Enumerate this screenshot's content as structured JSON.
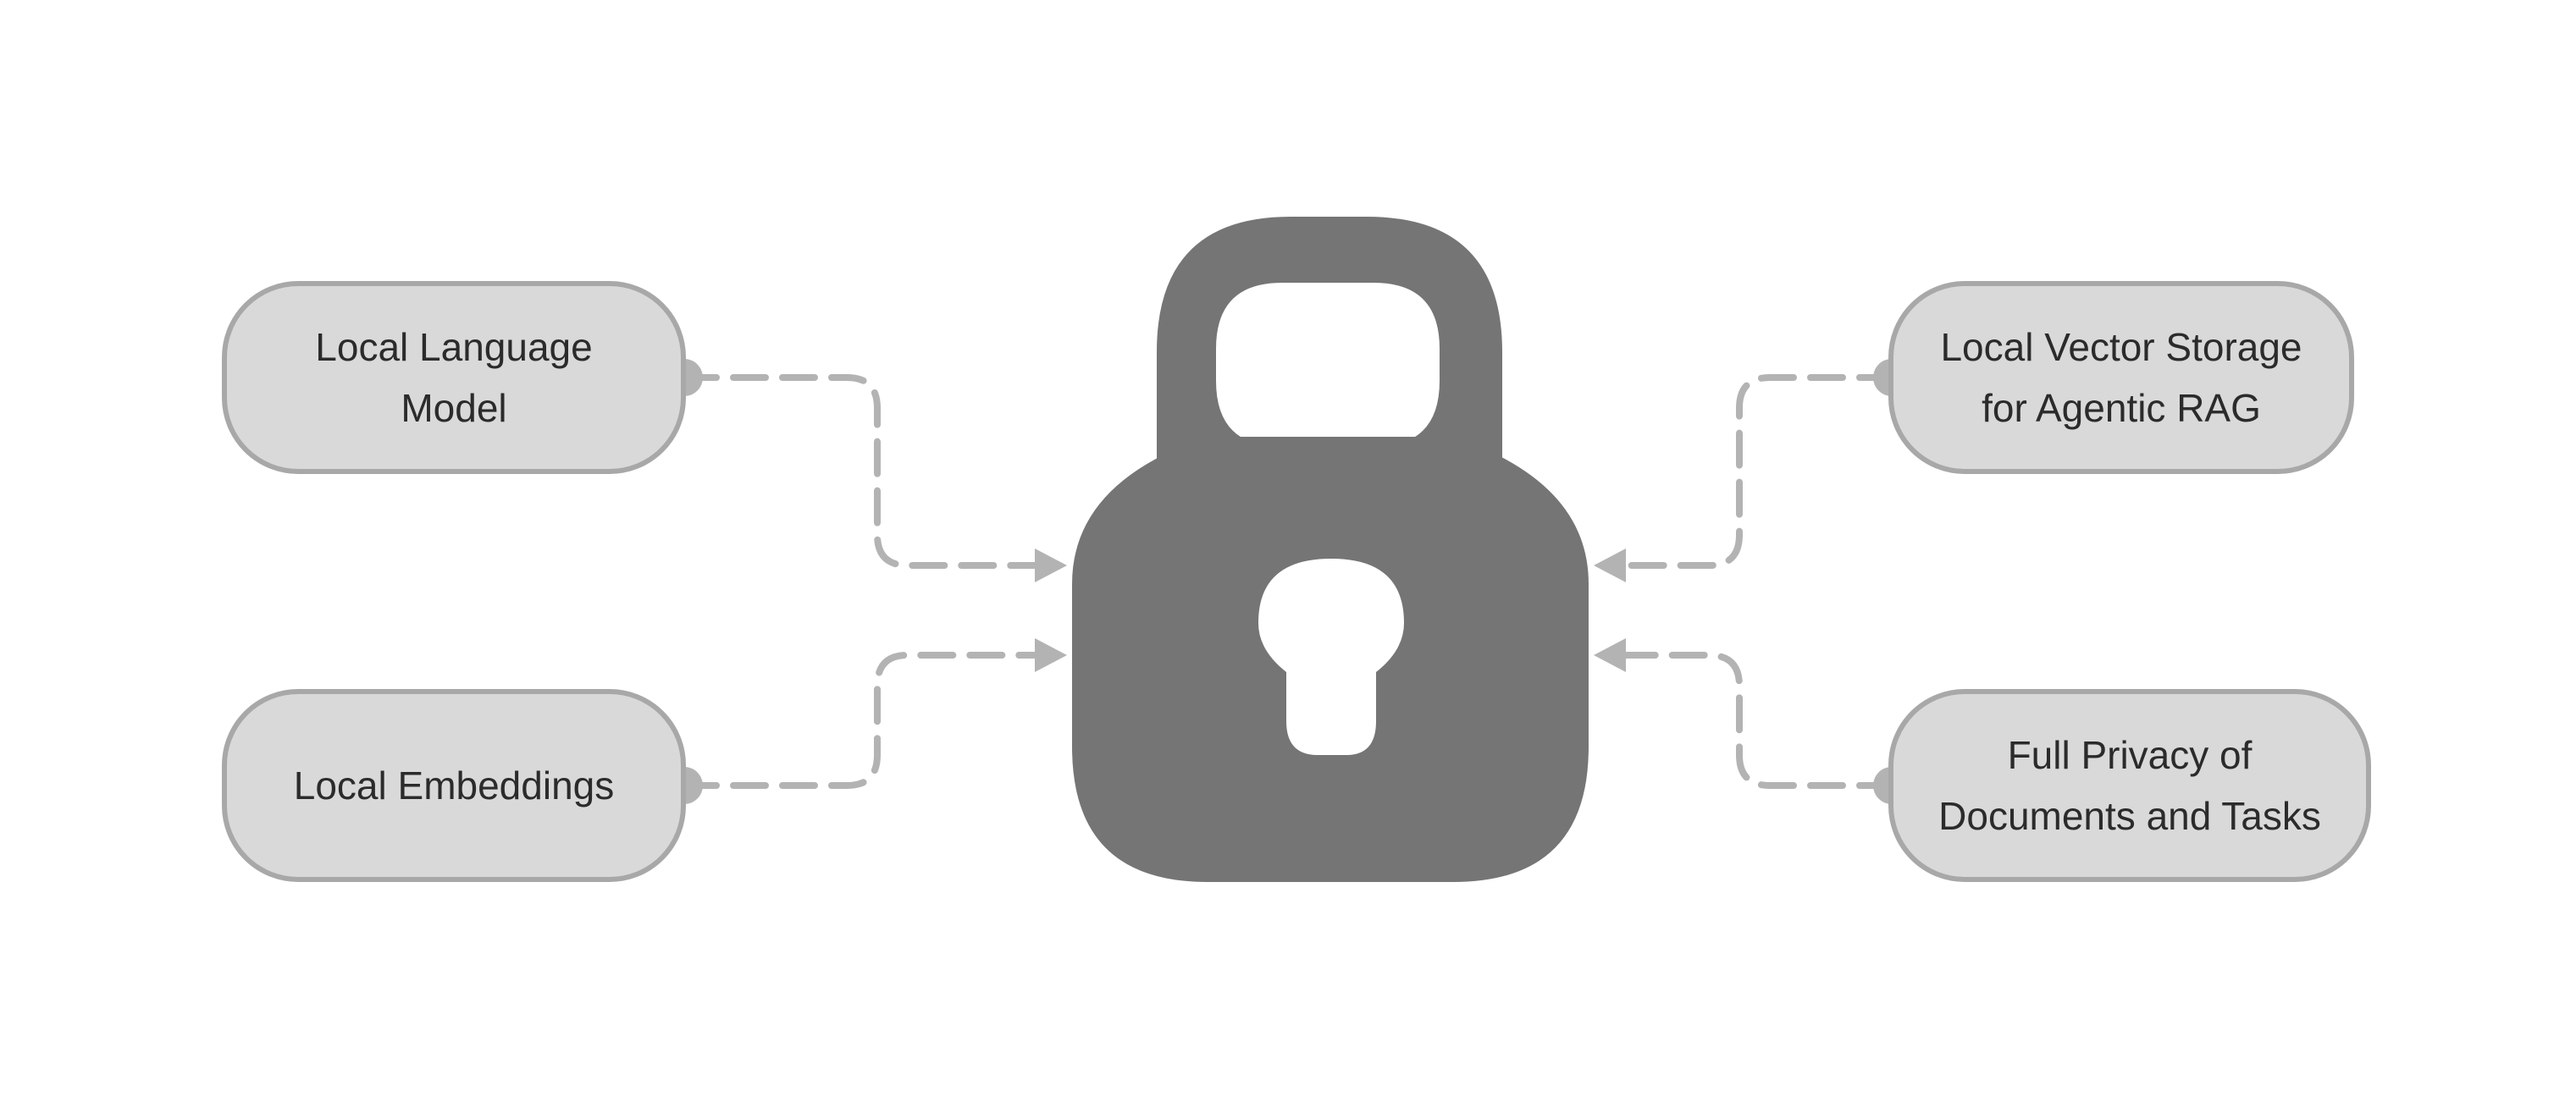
{
  "nodes": {
    "local_language_model": {
      "line1": "Local Language",
      "line2": "Model"
    },
    "local_embeddings": {
      "line1": "Local Embeddings"
    },
    "local_vector_storage": {
      "line1": "Local Vector Storage",
      "line2": "for Agentic RAG"
    },
    "full_privacy": {
      "line1": "Full Privacy of",
      "line2": "Documents and Tasks"
    }
  },
  "center_icon": "lock-icon",
  "colors": {
    "node_fill": "#d9d9d9",
    "node_border": "#a8a8a8",
    "connector": "#b3b3b3",
    "lock": "#757575",
    "background": "#ffffff",
    "text": "#2b2b2b"
  }
}
